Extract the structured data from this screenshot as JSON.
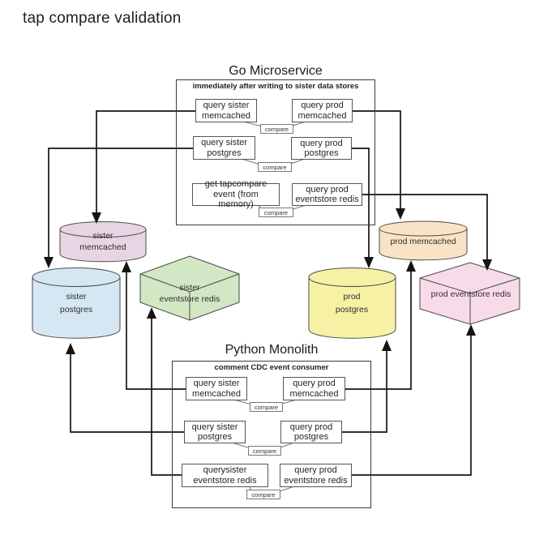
{
  "page": {
    "title": "tap compare validation"
  },
  "go_service": {
    "title": "Go Microservice",
    "subtitle": "immediately after writing to sister data stores",
    "rows": [
      {
        "left": "query sister memcached",
        "right": "query prod memcached",
        "compare": "compare"
      },
      {
        "left": "query sister postgres",
        "right": "query prod postgres",
        "compare": "compare"
      },
      {
        "left": "get tapcompare event (from memory)",
        "right": "query prod eventstore redis",
        "compare": "compare"
      }
    ]
  },
  "python_monolith": {
    "title": "Python Monolith",
    "subtitle": "comment CDC event consumer",
    "rows": [
      {
        "left": "query sister memcached",
        "right": "query prod memcached",
        "compare": "compare"
      },
      {
        "left": "query sister postgres",
        "right": "query prod postgres",
        "compare": "compare"
      },
      {
        "left": "querysister eventstore redis",
        "right": "query prod eventstore redis",
        "compare": "compare"
      }
    ]
  },
  "stores": {
    "sister_memcached": {
      "shape": "cylinder",
      "color": "#e8d5e3",
      "lines": [
        "sister",
        "memcached"
      ]
    },
    "sister_postgres": {
      "shape": "cylinder",
      "color": "#d6e7f4",
      "lines": [
        "sister",
        "postgres"
      ]
    },
    "sister_eventstore_redis": {
      "shape": "box3d",
      "color": "#d2e7c3",
      "lines": [
        "sister",
        "eventstore redis"
      ]
    },
    "prod_memcached": {
      "shape": "cylinder",
      "color": "#f8e4c4",
      "lines": [
        "prod memcached"
      ]
    },
    "prod_postgres": {
      "shape": "cylinder",
      "color": "#f6f1a4",
      "lines": [
        "prod",
        "postgres"
      ]
    },
    "prod_eventstore_redis": {
      "shape": "box3d",
      "color": "#f8dbe8",
      "lines": [
        "prod eventstore redis"
      ]
    }
  },
  "colors": {
    "arrow": "#141414",
    "shape_stroke": "#4a4a4a",
    "box_border": "#555555",
    "container_border": "#3a3a3a"
  }
}
